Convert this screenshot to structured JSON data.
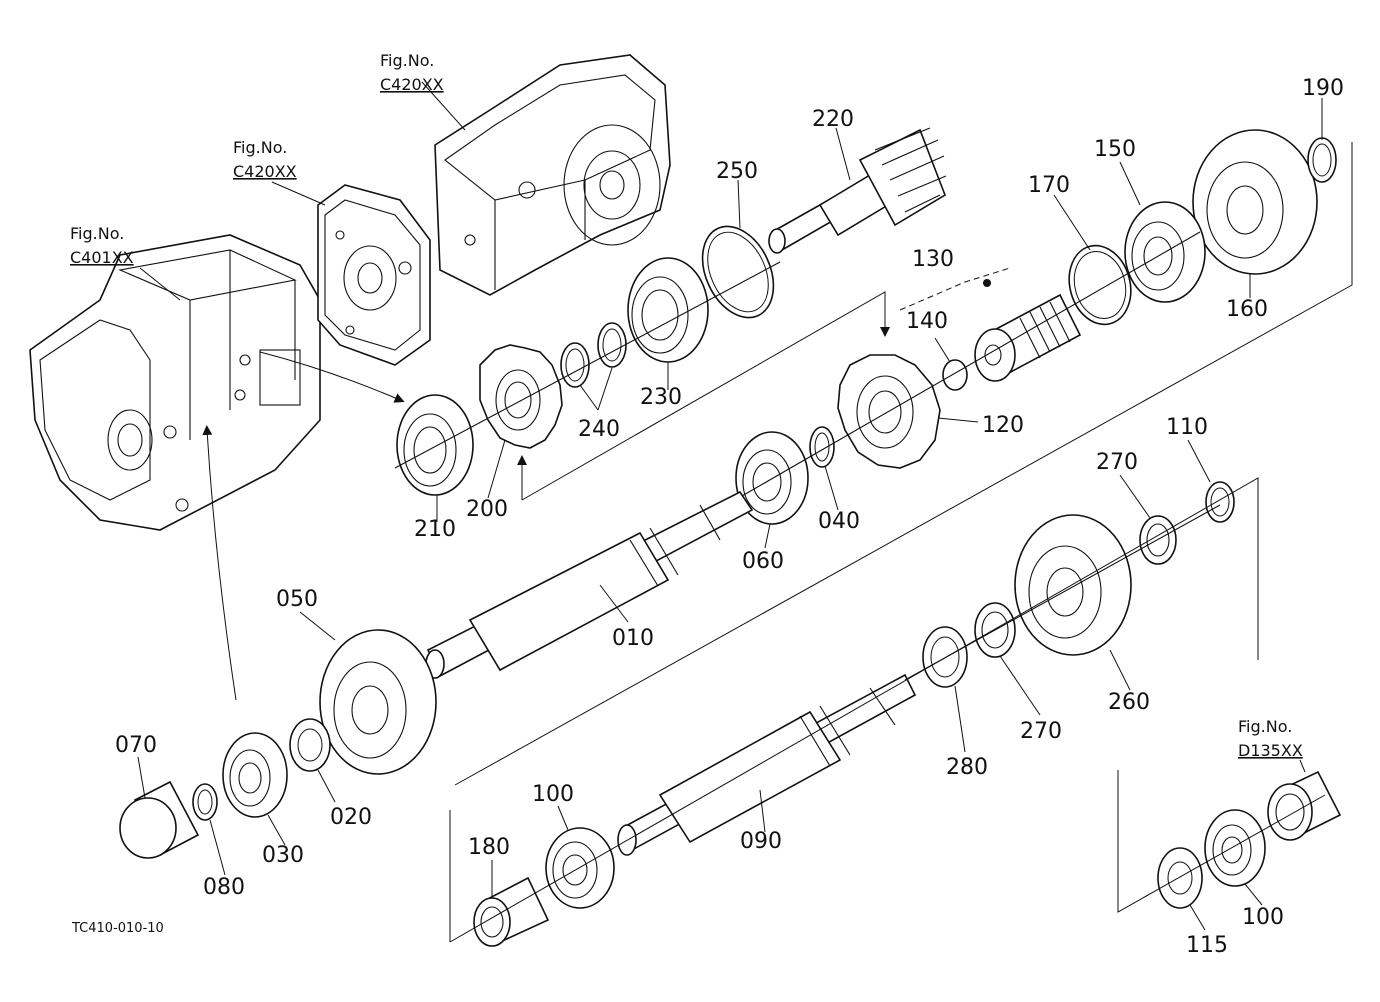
{
  "diagram": {
    "drawing_code": "TC410-010-10",
    "fig_refs": [
      {
        "id": "c420-top",
        "title": "Fig.No.",
        "code": "C420XX"
      },
      {
        "id": "c420-mid",
        "title": "Fig.No.",
        "code": "C420XX"
      },
      {
        "id": "c401",
        "title": "Fig.No.",
        "code": "C401XX"
      },
      {
        "id": "d135",
        "title": "Fig.No.",
        "code": "D135XX"
      }
    ],
    "parts": {
      "p010": "010",
      "p020": "020",
      "p030": "030",
      "p040": "040",
      "p050": "050",
      "p060": "060",
      "p070": "070",
      "p080": "080",
      "p090": "090",
      "p100a": "100",
      "p100b": "100",
      "p110": "110",
      "p115": "115",
      "p120": "120",
      "p130": "130",
      "p140": "140",
      "p150": "150",
      "p160": "160",
      "p170": "170",
      "p180": "180",
      "p190": "190",
      "p200": "200",
      "p210": "210",
      "p220": "220",
      "p230": "230",
      "p240": "240",
      "p250": "250",
      "p260": "260",
      "p270a": "270",
      "p270b": "270",
      "p280": "280"
    }
  }
}
